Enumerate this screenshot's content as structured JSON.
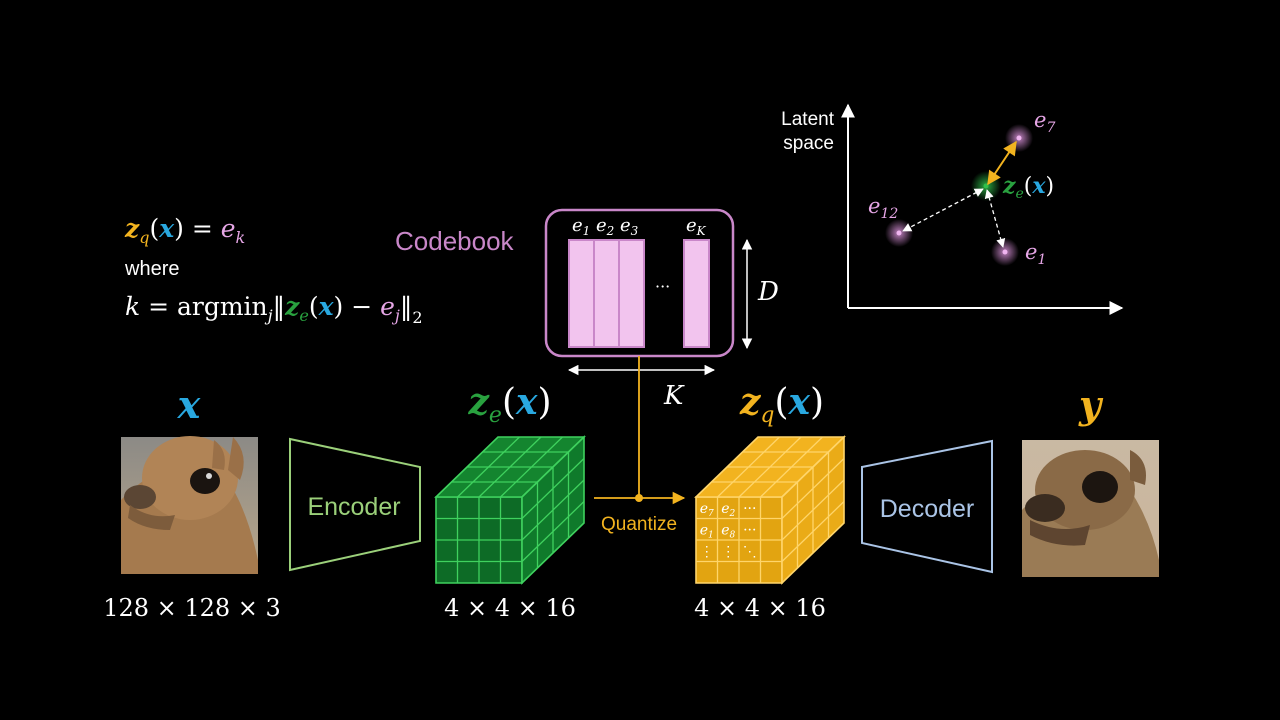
{
  "colors": {
    "background": "#000000",
    "x_blue": "#29a8e0",
    "ze_green": "#29a13f",
    "zq_orange": "#f2b31f",
    "codebook_pink": "#c987c9",
    "codebook_fill": "#f2c4ee",
    "encoder_green": "#9bd07a",
    "decoder_blue": "#aac4e6",
    "text_white": "#ffffff"
  },
  "formula": {
    "line1": {
      "zq": "z",
      "q_sub": "q",
      "lparen": "(",
      "x": "x",
      "rparen": ")",
      "eq": " = ",
      "e": "e",
      "k_sub": "k"
    },
    "where": "where",
    "line3": {
      "k": "k",
      "eq": " = argmin",
      "j_sub": "j",
      "norm_l": "‖",
      "z": "z",
      "e_sub": "e",
      "lparen": "(",
      "x": "x",
      "rparen": ")",
      "minus": " − ",
      "e": "e",
      "j_sub2": "j",
      "norm_r": "‖",
      "two": "2"
    }
  },
  "codebook": {
    "label": "Codebook",
    "vector_labels": [
      {
        "base": "e",
        "sub": "1"
      },
      {
        "base": "e",
        "sub": "2"
      },
      {
        "base": "e",
        "sub": "3"
      },
      {
        "base": "e",
        "sub": "K"
      }
    ],
    "ellipsis": "···",
    "height_label": "D",
    "width_label": "K"
  },
  "latent_space": {
    "axis_label_line1": "Latent",
    "axis_label_line2": "space",
    "points": [
      {
        "base": "e",
        "sub": "7"
      },
      {
        "base": "e",
        "sub": "12"
      },
      {
        "base": "e",
        "sub": "1"
      }
    ],
    "ze_label": {
      "z": "z",
      "sub": "e",
      "lparen": "(",
      "x": "x",
      "rparen": ")"
    }
  },
  "pipeline": {
    "input_label": "x",
    "input_dims": "128 × 128 × 3",
    "encoder_label": "Encoder",
    "ze_label": {
      "z": "z",
      "sub": "e",
      "lparen": "(",
      "x": "x",
      "rparen": ")"
    },
    "ze_dims": "4 × 4 × 16",
    "quantize_label": "Quantize",
    "zq_label": {
      "z": "z",
      "sub": "q",
      "lparen": "(",
      "x": "x",
      "rparen": ")"
    },
    "zq_dims": "4 × 4 × 16",
    "zq_grid_cells": [
      {
        "base": "e",
        "sub": "7"
      },
      {
        "base": "e",
        "sub": "2"
      },
      {
        "text": "···"
      },
      {
        "base": "e",
        "sub": "1"
      },
      {
        "base": "e",
        "sub": "8"
      },
      {
        "text": "···"
      },
      {
        "text": "⋮"
      },
      {
        "text": "⋮"
      },
      {
        "text": "⋱"
      }
    ],
    "decoder_label": "Decoder",
    "output_label": "y"
  }
}
